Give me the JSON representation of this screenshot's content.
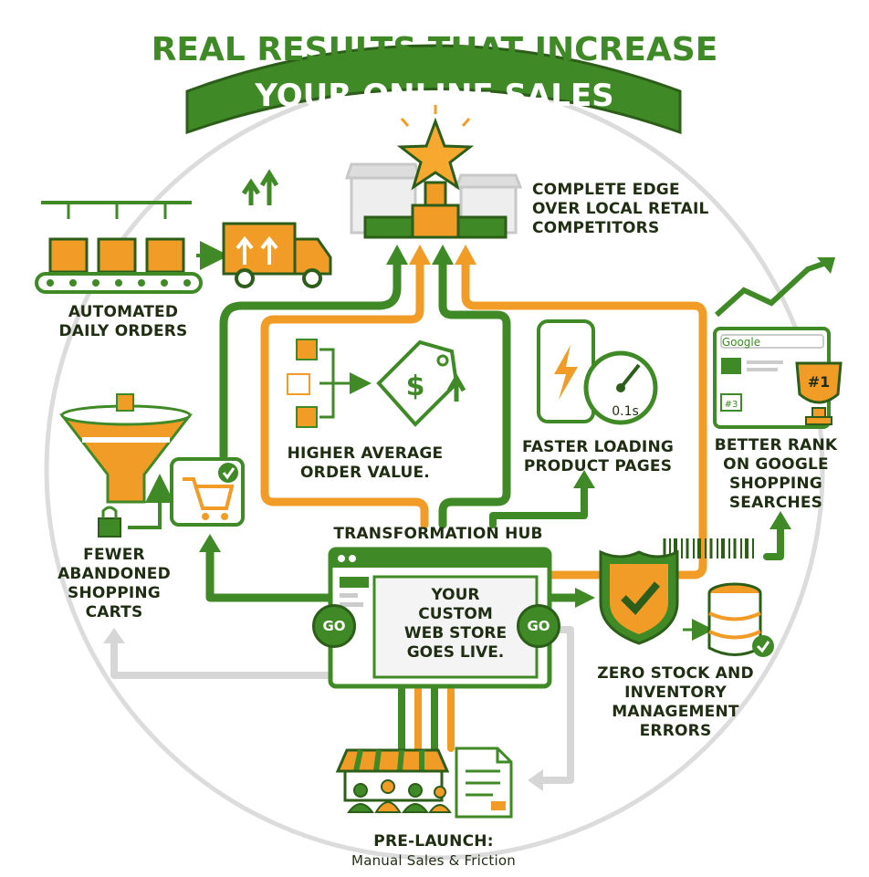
{
  "banner": {
    "line1": "REAL RESULTS THAT INCREASE",
    "line2": "YOUR ONLINE SALES"
  },
  "colors": {
    "green": "#3f8a26",
    "dark_green": "#2c5e1a",
    "orange": "#f29c28",
    "gray": "#d6d6d6"
  },
  "benefits": {
    "competitive_edge": [
      "COMPLETE EDGE",
      "OVER LOCAL RETAIL",
      "COMPETITORS"
    ],
    "automated_orders": [
      "AUTOMATED",
      "DAILY ORDERS"
    ],
    "abandoned_carts": [
      "FEWER",
      "ABANDONED",
      "SHOPPING",
      "CARTS"
    ],
    "order_value": [
      "HIGHER AVERAGE",
      "ORDER VALUE."
    ],
    "loading_speed": [
      "FASTER LOADING",
      "PRODUCT PAGES"
    ],
    "google_rank": [
      "BETTER RANK",
      "ON GOOGLE",
      "SHOPPING",
      "SEARCHES"
    ],
    "inventory": [
      "ZERO STOCK AND",
      "INVENTORY",
      "MANAGEMENT",
      "ERRORS"
    ]
  },
  "hub": {
    "title": "TRANSFORMATION HUB",
    "screen_text": [
      "YOUR",
      "CUSTOM",
      "WEB STORE",
      "GOES LIVE."
    ],
    "go_left": "GO",
    "go_right": "GO"
  },
  "prelaunch": {
    "title": "PRE-LAUNCH:",
    "subtitle": "Manual Sales & Friction"
  },
  "icons": {
    "google_search": "Google",
    "rank_badge": "#1",
    "small_rank": "#3",
    "speed_reading": "0.1s",
    "price_symbol": "$"
  },
  "icon_names": [
    "star-trophy-icon",
    "storefront-icon",
    "conveyor-boxes-icon",
    "delivery-truck-icon",
    "funnel-icon",
    "padlock-icon",
    "shopping-cart-icon",
    "price-tag-icon",
    "phone-lightning-icon",
    "speedometer-icon",
    "google-results-icon",
    "trophy-icon",
    "growth-chart-icon",
    "shield-check-icon",
    "barcode-icon",
    "database-icon",
    "market-stall-icon",
    "people-icon",
    "document-icon"
  ]
}
